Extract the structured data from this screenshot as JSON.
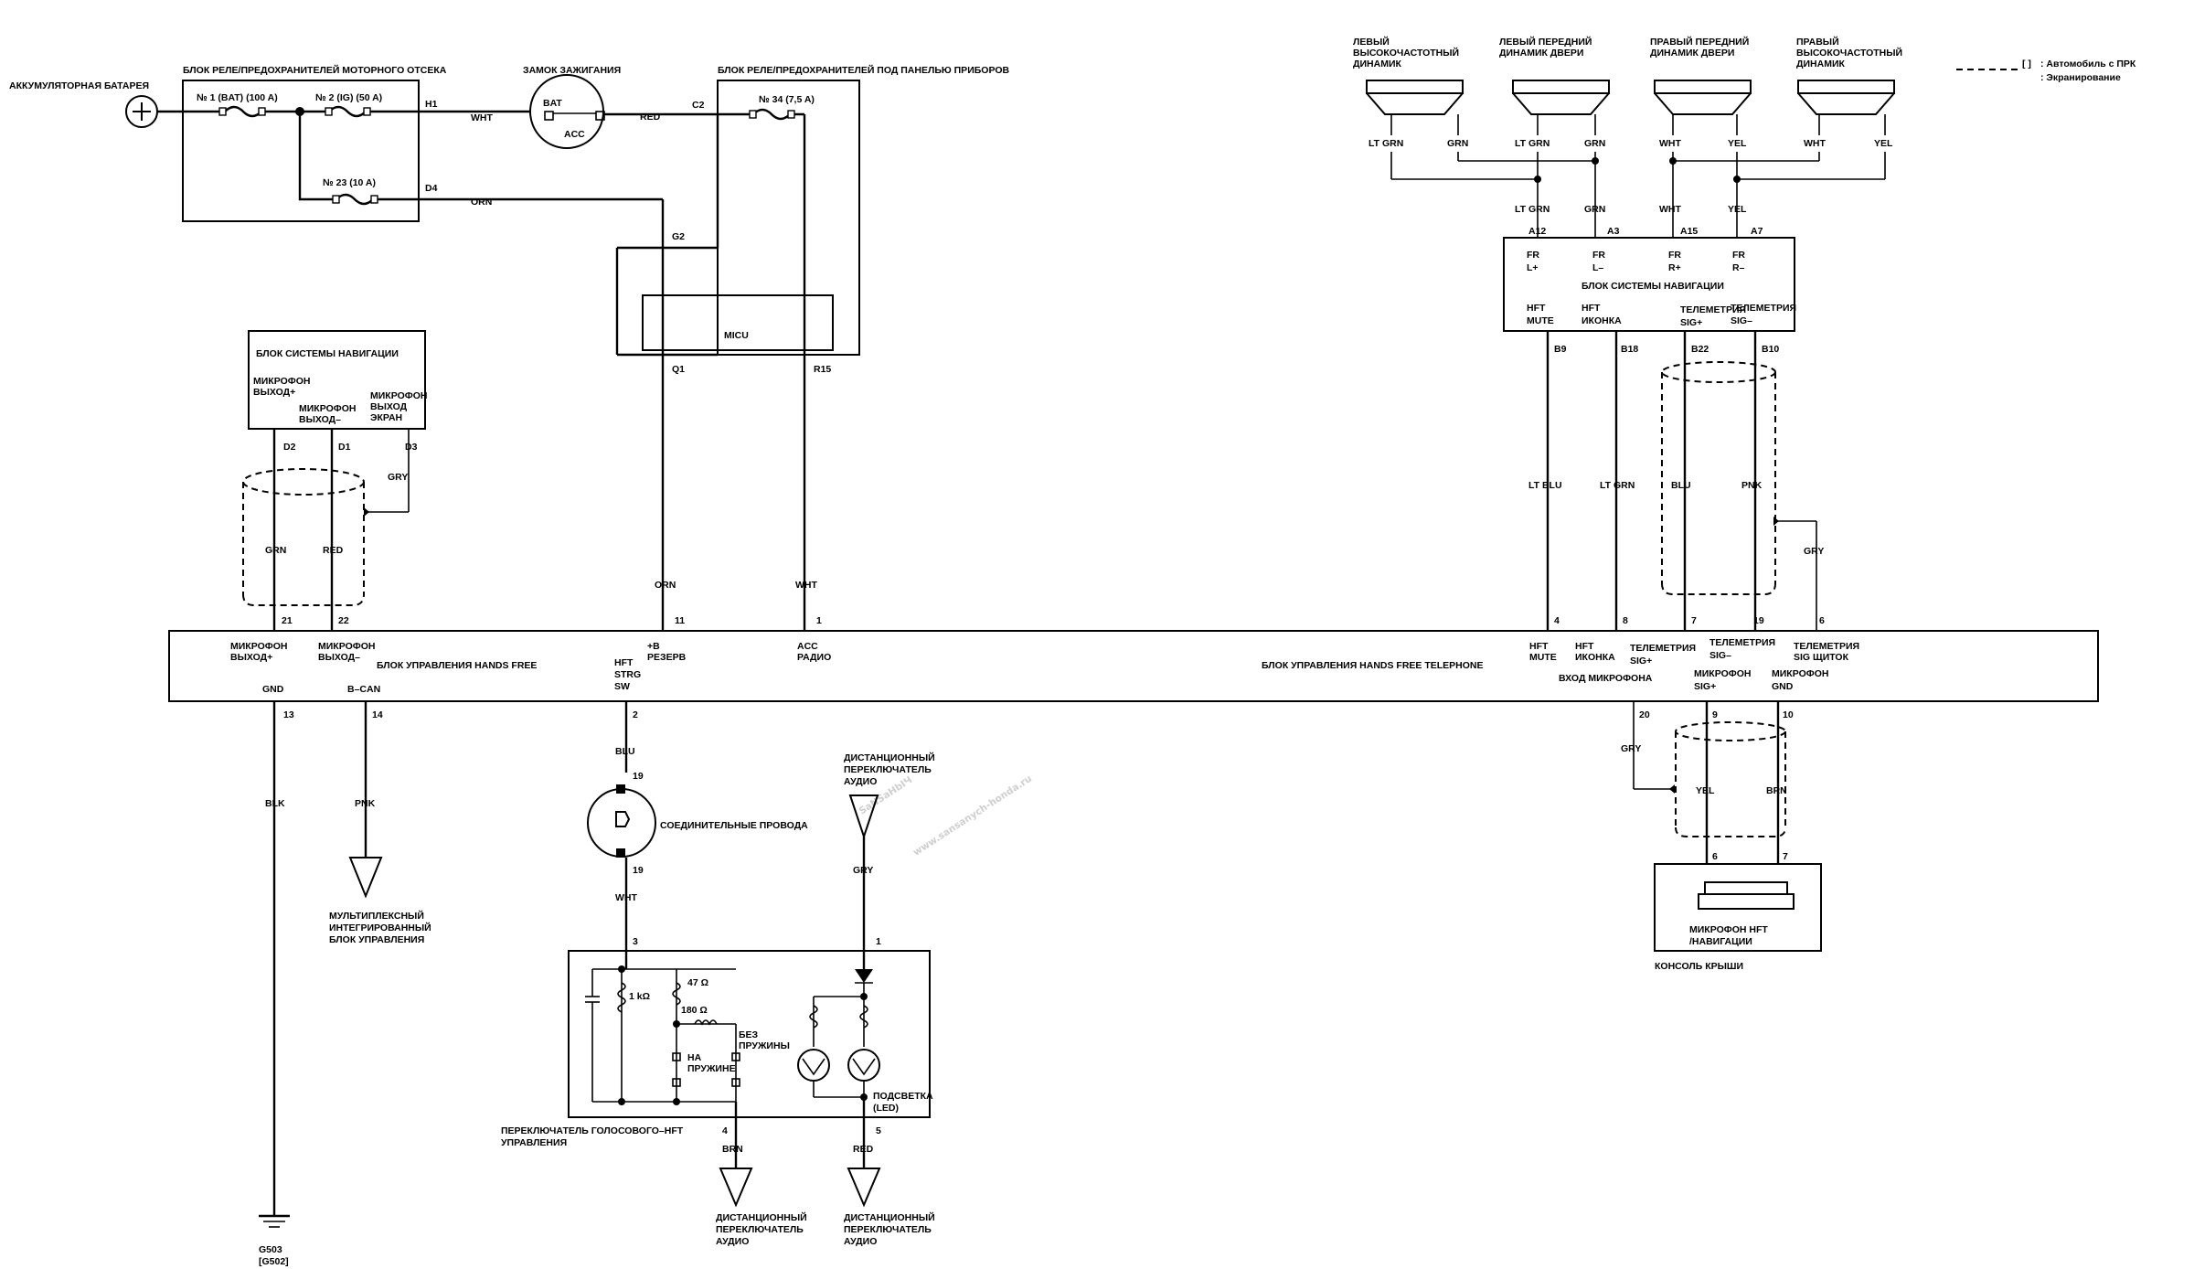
{
  "legend": {
    "bracket_mark": "[ ]",
    "bracket_text": ": Автомобиль с ПРК",
    "shield_text": ": Экранирование"
  },
  "watermark": {
    "line1": "SaNSaHbIЧ",
    "line2": "www.sansanych-honda.ru"
  },
  "battery": {
    "label": "АККУМУЛЯТОРНАЯ БАТАРЕЯ"
  },
  "engine_fuse_box": {
    "title": "БЛОК РЕЛЕ/ПРЕДОХРАНИТЕЛЕЙ МОТОРНОГО ОТСЕКА",
    "fuse1": "№ 1 (BAT) (100 A)",
    "fuse2": "№ 2 (IG) (50 A)",
    "fuse23": "№ 23 (10 A)",
    "pin_h1": "H1",
    "pin_d4": "D4"
  },
  "ignition": {
    "title": "ЗАМОК ЗАЖИГАНИЯ",
    "bat": "BAT",
    "acc": "ACC"
  },
  "dash_fuse_box": {
    "title": "БЛОК РЕЛЕ/ПРЕДОХРАНИТЕЛЕЙ ПОД ПАНЕЛЬЮ ПРИБОРОВ",
    "fuse34": "№ 34 (7,5 A)",
    "pin_c2": "C2",
    "pin_g2": "G2"
  },
  "micu": {
    "label": "MICU",
    "pin_q1": "Q1",
    "pin_r15": "R15"
  },
  "wires": {
    "wht": "WHT",
    "red": "RED",
    "orn": "ORN",
    "grn": "GRN",
    "gry": "GRY",
    "lt_grn": "LT GRN",
    "yel": "YEL",
    "lt_blu": "LT BLU",
    "blu": "BLU",
    "pnk": "PNK",
    "blk": "BLK",
    "brn": "BRN"
  },
  "nav_unit_left": {
    "title": "БЛОК СИСТЕМЫ НАВИГАЦИИ",
    "mic_out_plus_1": "МИКРОФОН",
    "mic_out_plus_2": "ВЫХОД+",
    "mic_out_minus_1": "МИКРОФОН",
    "mic_out_minus_2": "ВЫХОД–",
    "mic_screen_1": "МИКРОФОН",
    "mic_screen_2": "ВЫХОД",
    "mic_screen_3": "ЭКРАН",
    "pin_d2": "D2",
    "pin_d1": "D1",
    "pin_d3": "D3"
  },
  "speakers": {
    "left_tweeter_1": "ЛЕВЫЙ",
    "left_tweeter_2": "ВЫСОКОЧАСТОТНЫЙ",
    "left_tweeter_3": "ДИНАМИК",
    "left_door_1": "ЛЕВЫЙ ПЕРЕДНИЙ",
    "left_door_2": "ДИНАМИК ДВЕРИ",
    "right_door_1": "ПРАВЫЙ ПЕРЕДНИЙ",
    "right_door_2": "ДИНАМИК ДВЕРИ",
    "right_tweeter_1": "ПРАВЫЙ",
    "right_tweeter_2": "ВЫСОКОЧАСТОТНЫЙ",
    "right_tweeter_3": "ДИНАМИК"
  },
  "nav_unit_right": {
    "title": "БЛОК СИСТЕМЫ НАВИГАЦИИ",
    "pin_a12": "A12",
    "pin_a3": "A3",
    "pin_a15": "A15",
    "pin_a7": "A7",
    "fr_l_plus_1": "FR",
    "fr_l_plus_2": "L+",
    "fr_l_minus_1": "FR",
    "fr_l_minus_2": "L–",
    "fr_r_plus_1": "FR",
    "fr_r_plus_2": "R+",
    "fr_r_minus_1": "FR",
    "fr_r_minus_2": "R–",
    "hft_mute_1": "HFT",
    "hft_mute_2": "MUTE",
    "hft_icon_1": "HFT",
    "hft_icon_2": "ИКОНКА",
    "tel_sig_plus_1": "ТЕЛЕМЕТРИЯ",
    "tel_sig_plus_2": "SIG+",
    "tel_sig_minus_1": "ТЕЛЕМЕТРИЯ",
    "tel_sig_minus_2": "SIG–",
    "pin_b9": "B9",
    "pin_b18": "B18",
    "pin_b22": "B22",
    "pin_b10": "B10"
  },
  "hands_free": {
    "title_left": "БЛОК УПРАВЛЕНИЯ HANDS FREE",
    "title_right": "БЛОК УПРАВЛЕНИЯ HANDS FREE TELEPHONE",
    "mic_out_plus_1": "МИКРОФОН",
    "mic_out_plus_2": "ВЫХОД+",
    "mic_out_minus_1": "МИКРОФОН",
    "mic_out_minus_2": "ВЫХОД–",
    "b_reserve_1": "+B",
    "b_reserve_2": "РЕЗЕРВ",
    "acc_radio_1": "ACC",
    "acc_radio_2": "РАДИО",
    "gnd": "GND",
    "bcan": "B–CAN",
    "hft_strg_1": "HFT",
    "hft_strg_2": "STRG",
    "hft_strg_3": "SW",
    "hft_mute_1": "HFT",
    "hft_mute_2": "MUTE",
    "hft_icon_1": "HFT",
    "hft_icon_2": "ИКОНКА",
    "tel_sig_plus_1": "ТЕЛЕМЕТРИЯ",
    "tel_sig_plus_2": "SIG+",
    "tel_sig_minus_1": "ТЕЛЕМЕТРИЯ",
    "tel_sig_minus_2": "SIG–",
    "tel_sig_shield_1": "ТЕЛЕМЕТРИЯ",
    "tel_sig_shield_2": "SIG ЩИТОК",
    "mic_input": "ВХОД МИКРОФОНА",
    "mic_sig_plus_1": "МИКРОФОН",
    "mic_sig_plus_2": "SIG+",
    "mic_gnd_1": "МИКРОФОН",
    "mic_gnd_2": "GND",
    "pin_21": "21",
    "pin_22": "22",
    "pin_11": "11",
    "pin_1": "1",
    "pin_13": "13",
    "pin_14": "14",
    "pin_2": "2",
    "pin_4": "4",
    "pin_8": "8",
    "pin_7": "7",
    "pin_19": "19",
    "pin_6": "6",
    "pin_20": "20",
    "pin_9": "9",
    "pin_10": "10"
  },
  "multiplex": {
    "line1": "МУЛЬТИПЛЕКСНЫЙ",
    "line2": "ИНТЕГРИРОВАННЫЙ",
    "line3": "БЛОК УПРАВЛЕНИЯ"
  },
  "ground": {
    "line1": "G503",
    "line2": "[G502]"
  },
  "connector": {
    "label": "СОЕДИНИТЕЛЬНЫЕ ПРОВОДА",
    "pin_top": "19",
    "pin_bottom": "19"
  },
  "audio_remote_top": {
    "line1": "ДИСТАНЦИОННЫЙ",
    "line2": "ПЕРЕКЛЮЧАТЕЛЬ",
    "line3": "АУДИО"
  },
  "voice_switch": {
    "r1k": "1 kΩ",
    "r47": "47 Ω",
    "r180": "180 Ω",
    "no_spring_1": "БЕЗ",
    "no_spring_2": "ПРУЖИНЫ",
    "spring_1": "НА",
    "spring_2": "ПРУЖИНЕ",
    "backlight_1": "ПОДСВЕТКА",
    "backlight_2": "(LED)",
    "title_1": "ПЕРЕКЛЮЧАТЕЛЬ ГОЛОСОВОГО–HFT",
    "title_2": "УПРАВЛЕНИЯ",
    "pin_3": "3",
    "pin_4": "4",
    "pin_1": "1",
    "pin_5": "5"
  },
  "audio_remote_bottom_left": {
    "line1": "ДИСТАНЦИОННЫЙ",
    "line2": "ПЕРЕКЛЮЧАТЕЛЬ",
    "line3": "АУДИО"
  },
  "audio_remote_bottom_right": {
    "line1": "ДИСТАНЦИОННЫЙ",
    "line2": "ПЕРЕКЛЮЧАТЕЛЬ",
    "line3": "АУДИО"
  },
  "roof_mic": {
    "line1": "МИКРОФОН HFT",
    "line2": "/НАВИГАЦИИ",
    "console": "КОНСОЛЬ КРЫШИ",
    "pin_6": "6",
    "pin_7": "7"
  }
}
